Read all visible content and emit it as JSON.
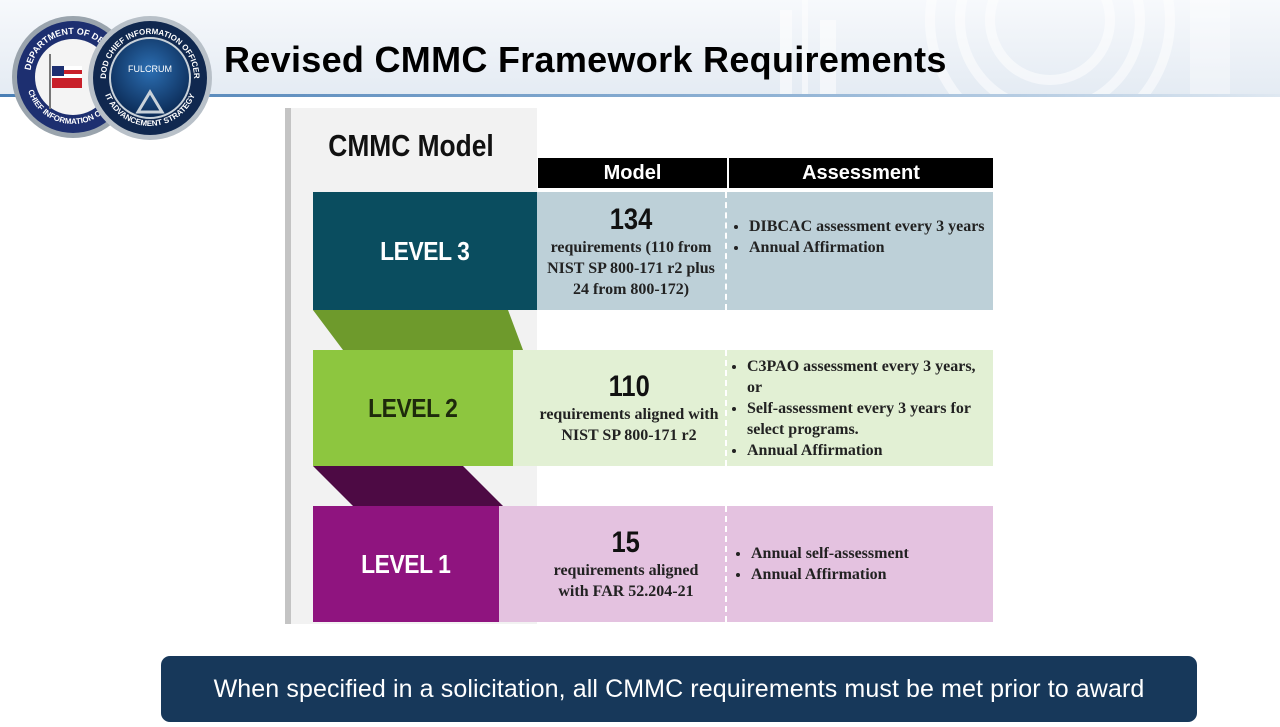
{
  "slide": {
    "title": "Revised CMMC Framework Requirements",
    "seals": {
      "dod": {
        "text_top": "DEPARTMENT OF DEFENSE",
        "text_bottom": "CHIEF INFORMATION OFFICER"
      },
      "cio": {
        "text_top": "DOD CHIEF INFORMATION OFFICER",
        "center": "FULCRUM",
        "text_bottom": "IT ADVANCEMENT STRATEGY"
      }
    }
  },
  "graphic": {
    "title": "CMMC Model",
    "headers": {
      "model": "Model",
      "assessment": "Assessment"
    },
    "levels": [
      {
        "label": "LEVEL 3",
        "count": "134",
        "model_text": "requirements (110 from NIST SP 800-171 r2 plus 24 from 800-172)",
        "assessment": [
          "DIBCAC assessment every 3 years",
          "Annual Affirmation"
        ]
      },
      {
        "label": "LEVEL 2",
        "count": "110",
        "model_text": "requirements aligned with NIST SP 800-171 r2",
        "assessment": [
          "C3PAO assessment every 3 years, or",
          "Self-assessment every 3 years for select programs.",
          "Annual Affirmation"
        ]
      },
      {
        "label": "LEVEL 1",
        "count": "15",
        "model_text": "requirements aligned with FAR 52.204-21",
        "assessment": [
          "Annual self-assessment",
          "Annual Affirmation"
        ]
      }
    ]
  },
  "banner": {
    "text": "When specified in a solicitation, all CMMC requirements must be met prior to award"
  },
  "colors": {
    "level3_dark": "#0a4d5f",
    "level3_light": "#bdd0d8",
    "level2_dark": "#8dc63f",
    "level2_light": "#e2f0d4",
    "level2_connector": "#6e9a2c",
    "level1_dark": "#8f147f",
    "level1_light": "#e4c2e0",
    "level1_connector": "#4d0a44",
    "banner": "#17385a"
  }
}
